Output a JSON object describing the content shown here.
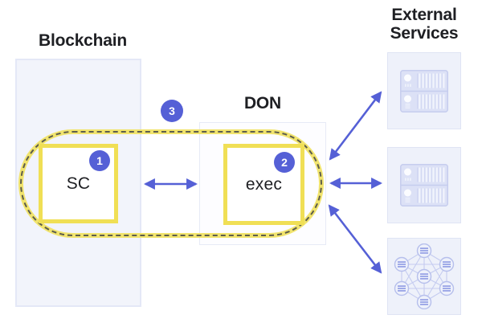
{
  "labels": {
    "blockchain": "Blockchain",
    "don": "DON",
    "external_line1": "External",
    "external_line2": "Services",
    "sc": "SC",
    "exec": "exec"
  },
  "badges": {
    "one": "1",
    "two": "2",
    "three": "3"
  },
  "icons": {
    "external_service_1": "server-rack-icon",
    "external_service_2": "server-rack-icon",
    "external_service_3": "mesh-network-icon"
  },
  "colors": {
    "accent_blue": "#5560d6",
    "node_border_yellow": "#f0df55",
    "capsule_yellow": "#f1e46e",
    "capsule_dash": "#5d5d4c",
    "blockchain_fill": "#f2f4fb",
    "external_box_fill": "#eef1fa",
    "icon_periwinkle": "#c6cdee",
    "text": "#1e1f23"
  }
}
